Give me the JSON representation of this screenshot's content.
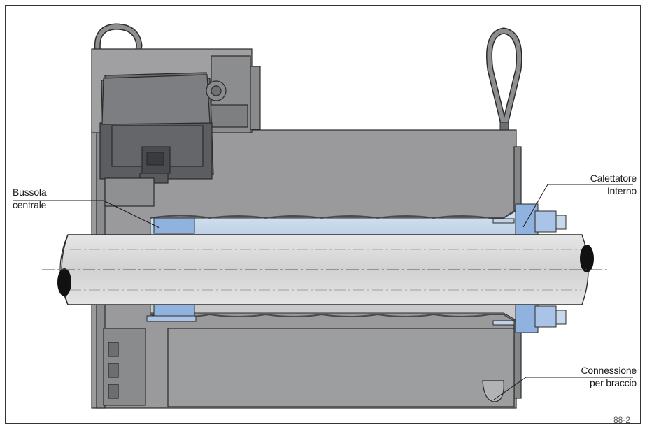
{
  "labels": {
    "bussola": {
      "line1": "Bussola",
      "line2": "centrale"
    },
    "calettatore": {
      "line1": "Calettatore",
      "line2": "Interno"
    },
    "connessione": {
      "line1": "Connessione",
      "line2": "per braccio"
    }
  },
  "figure_number": "88-2",
  "colors": {
    "housing": "#9a9a9c",
    "housing_dark": "#5f6063",
    "shaft": "#d6d6d6",
    "bushing": "#8fb3de",
    "outline": "#2b2b2b"
  }
}
